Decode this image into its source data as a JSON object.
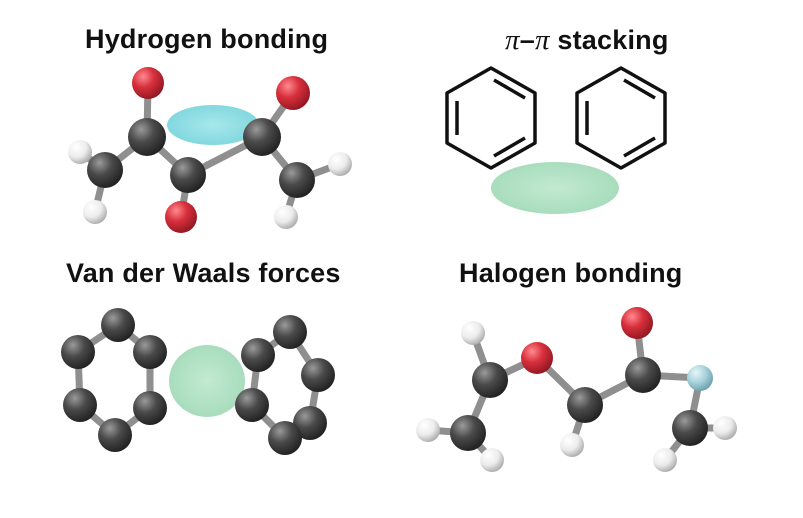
{
  "panels": {
    "hydrogen_bonding": {
      "title": "Hydrogen bonding"
    },
    "pi_stacking": {
      "title_symbol_a": "π",
      "title_dash": "–",
      "title_symbol_b": "π",
      "title_rest": " stacking"
    },
    "van_der_waals": {
      "title": "Van der Waals forces"
    },
    "halogen_bonding": {
      "title": "Halogen bonding"
    }
  },
  "colors": {
    "carbon": "#4a4a4a",
    "oxygen": "#d8303c",
    "hydrogen": "#ececec",
    "halogen": "#a9d3dc",
    "bond": "#8f8f8f",
    "interaction_cyan": "#8fdde3",
    "interaction_green": "#b4e3c6",
    "ring_stroke": "#111111"
  }
}
